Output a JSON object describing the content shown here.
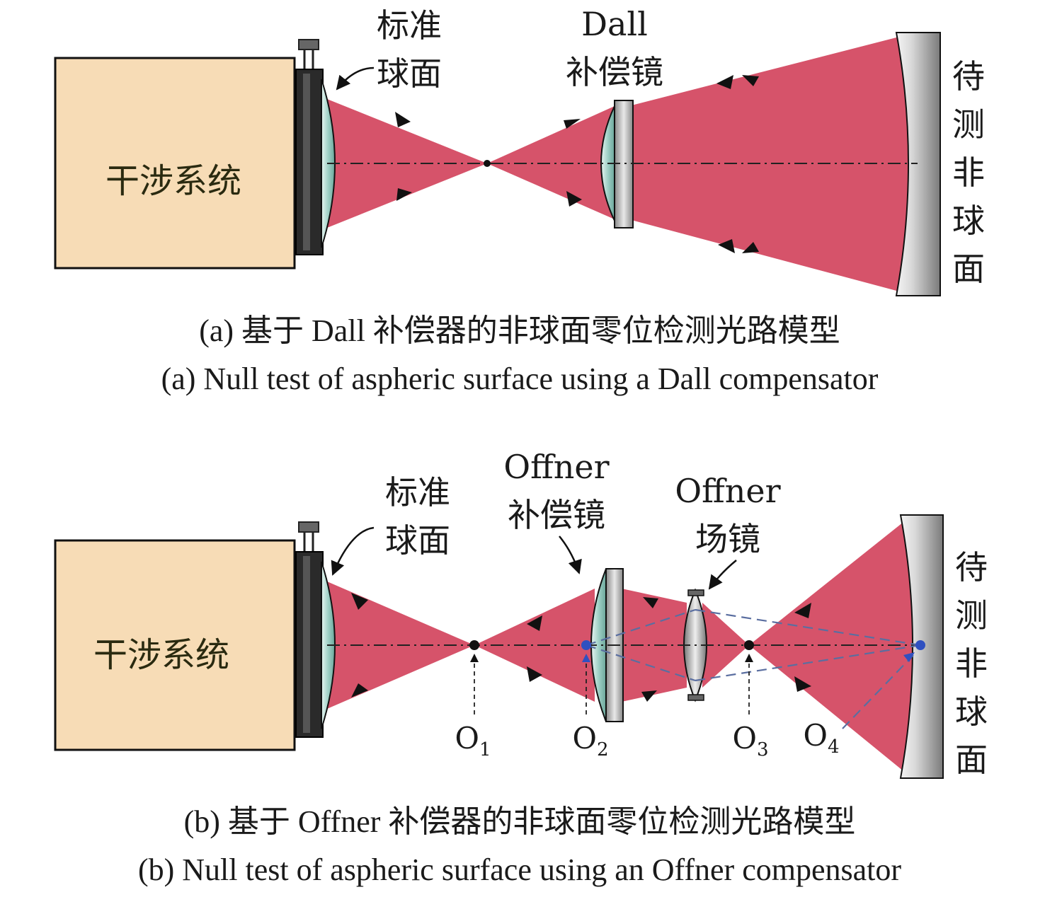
{
  "panel_a": {
    "box_label": "干涉系统",
    "ref_sphere_label": [
      "标准",
      "球面"
    ],
    "compensator_label": [
      "Dall",
      "补偿镜"
    ],
    "test_surface_label": [
      "待",
      "测",
      "非",
      "球",
      "面"
    ],
    "caption_cn": "(a) 基于 Dall 补偿器的非球面零位检测光路模型",
    "caption_en": "(a) Null test of aspheric surface using a Dall compensator"
  },
  "panel_b": {
    "box_label": "干涉系统",
    "ref_sphere_label": [
      "标准",
      "球面"
    ],
    "compensator_label": [
      "Offner",
      "补偿镜"
    ],
    "field_lens_label": [
      "Offner",
      "场镜"
    ],
    "test_surface_label": [
      "待",
      "测",
      "非",
      "球",
      "面"
    ],
    "points": [
      {
        "letter": "O",
        "sub": "1"
      },
      {
        "letter": "O",
        "sub": "2"
      },
      {
        "letter": "O",
        "sub": "3"
      },
      {
        "letter": "O",
        "sub": "4"
      }
    ],
    "caption_cn": "(b) 基于 Offner 补偿器的非球面零位检测光路模型",
    "caption_en": "(b) Null test of aspheric surface using an Offner compensator"
  },
  "colors": {
    "beam": "#d6536a",
    "box_fill": "#f7dcb6",
    "lens": "#bfe4dc",
    "mirror": "#9a9a9a",
    "dashed_ray": "#5a6ea0",
    "focus_dot": "#3050c0"
  }
}
